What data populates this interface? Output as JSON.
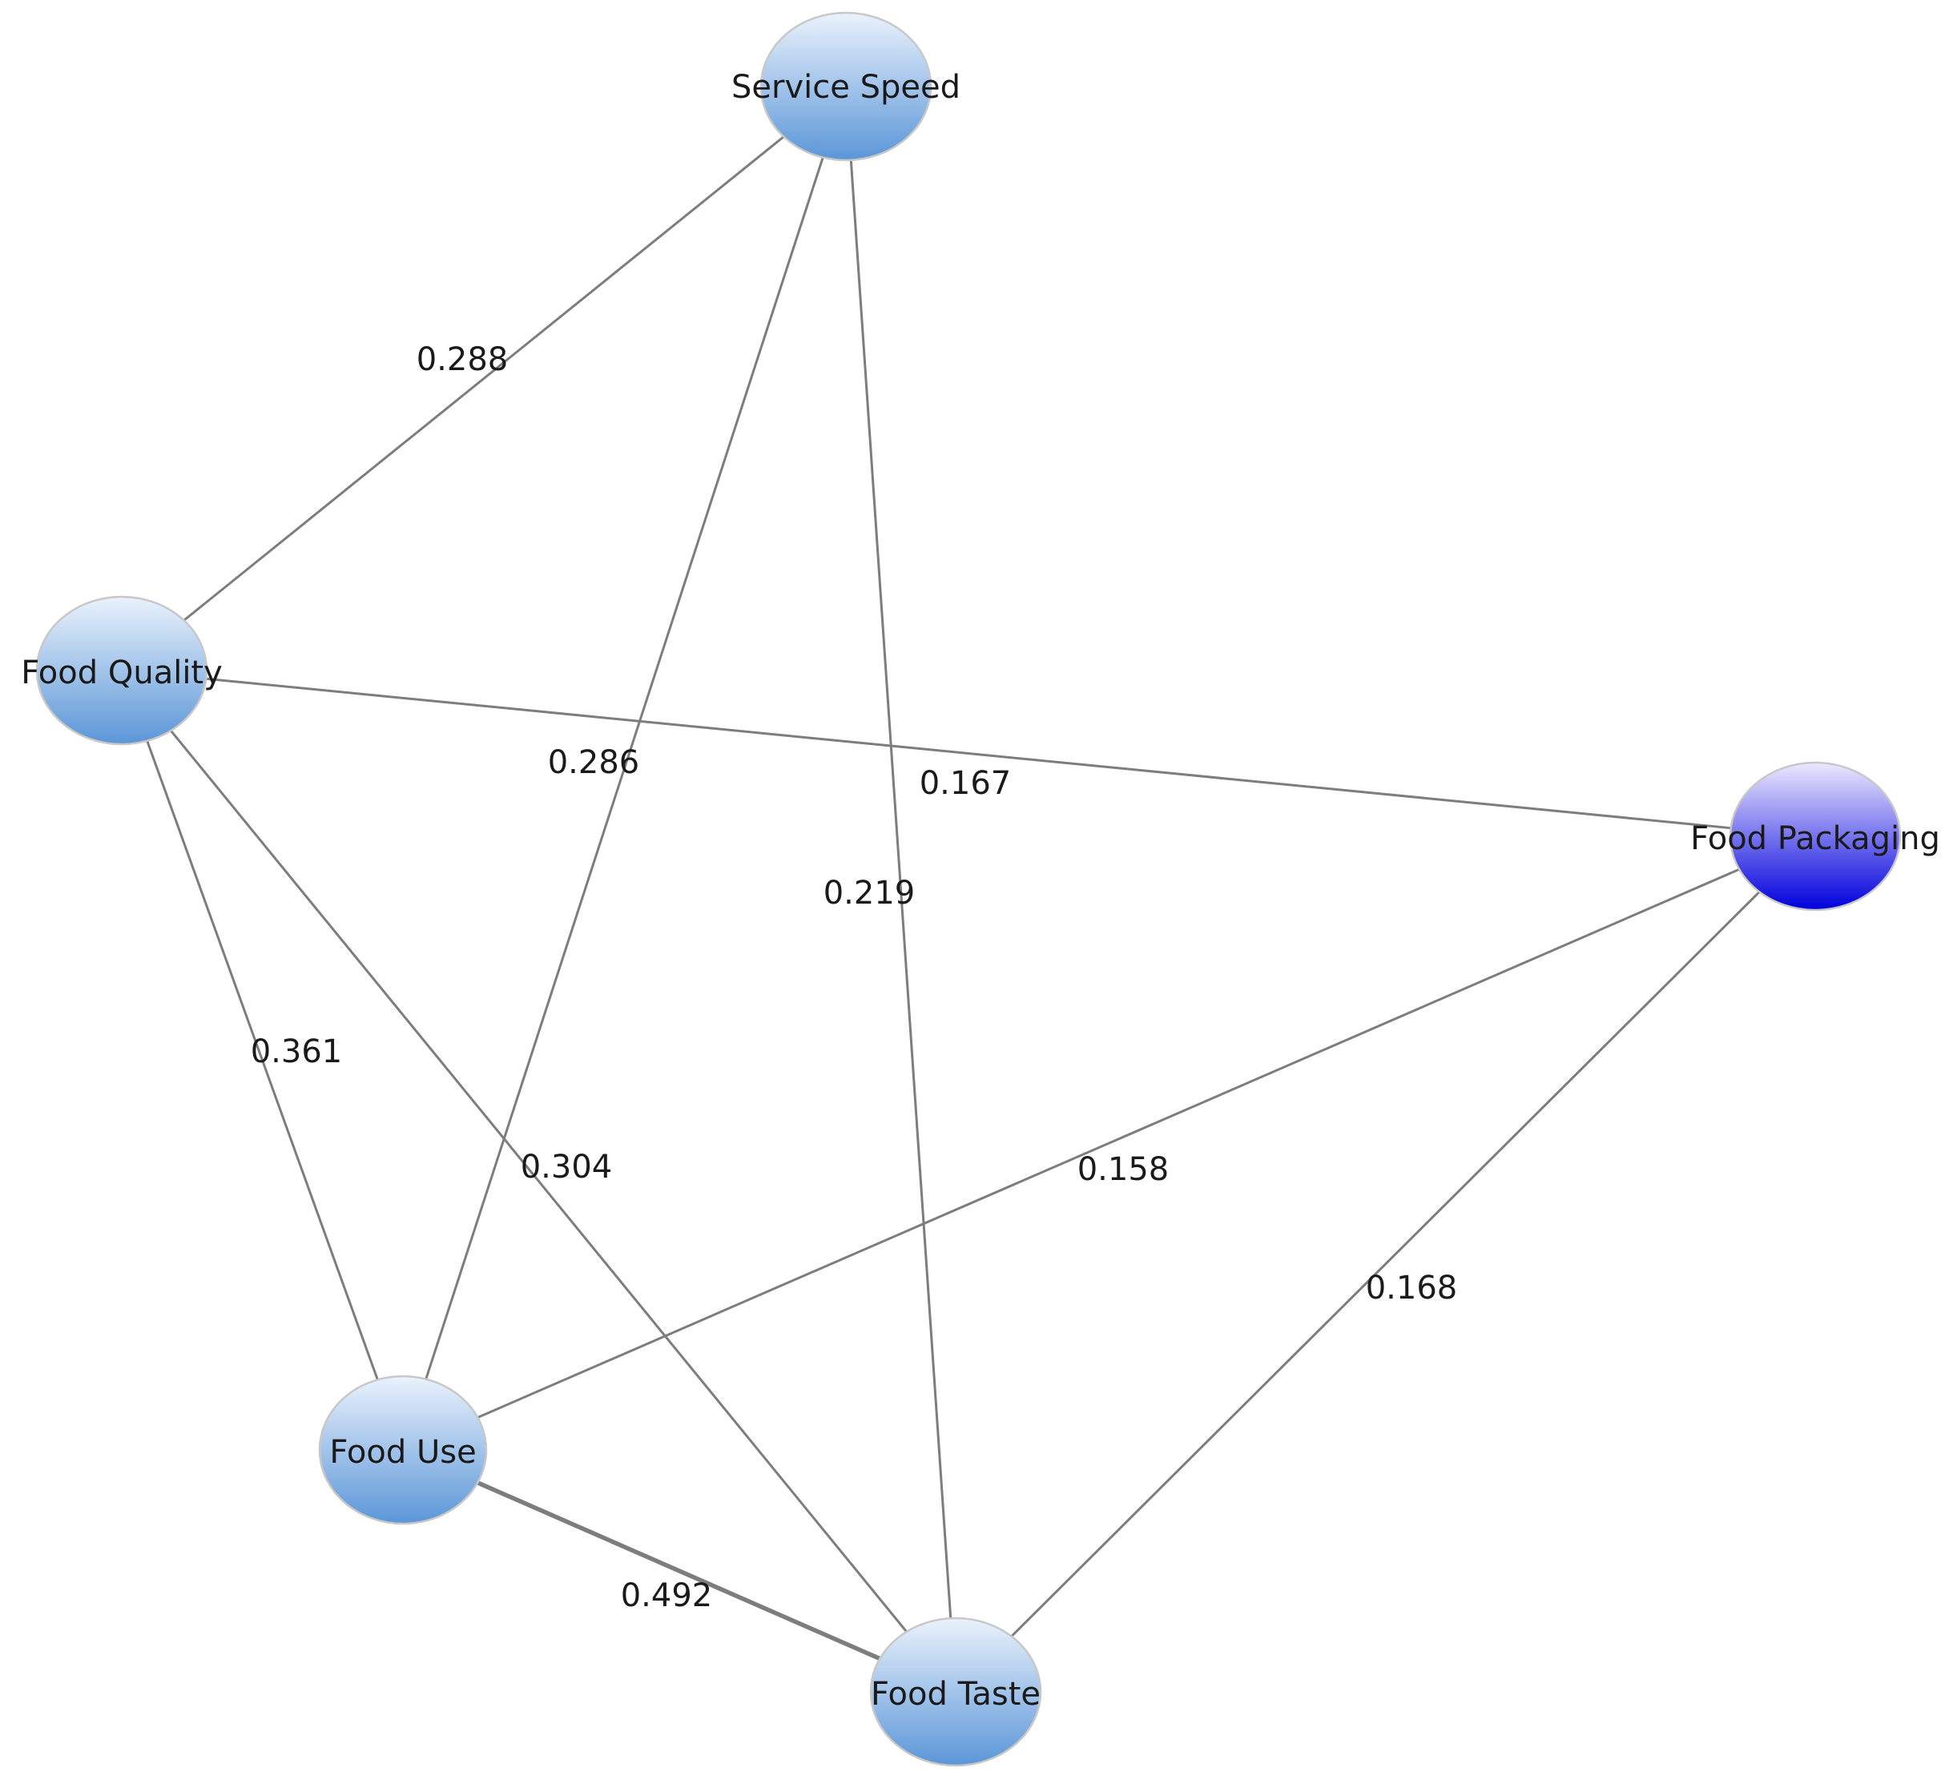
{
  "nodes": [
    {
      "id": "service-speed",
      "label": "Service Speed",
      "selected": false
    },
    {
      "id": "food-quality",
      "label": "Food Quality",
      "selected": false
    },
    {
      "id": "food-packaging",
      "label": "Food Packaging",
      "selected": true
    },
    {
      "id": "food-use",
      "label": "Food Use",
      "selected": false
    },
    {
      "id": "food-taste",
      "label": "Food Taste",
      "selected": false
    }
  ],
  "edges": [
    {
      "source": "service-speed",
      "target": "food-quality",
      "weight": "0.288"
    },
    {
      "source": "service-speed",
      "target": "food-use",
      "weight": "0.286"
    },
    {
      "source": "service-speed",
      "target": "food-taste",
      "weight": "0.219"
    },
    {
      "source": "food-quality",
      "target": "food-packaging",
      "weight": "0.167"
    },
    {
      "source": "food-quality",
      "target": "food-use",
      "weight": "0.361"
    },
    {
      "source": "food-quality",
      "target": "food-taste",
      "weight": "0.304"
    },
    {
      "source": "food-packaging",
      "target": "food-use",
      "weight": "0.158"
    },
    {
      "source": "food-packaging",
      "target": "food-taste",
      "weight": "0.168"
    },
    {
      "source": "food-use",
      "target": "food-taste",
      "weight": "0.492"
    }
  ],
  "colors": {
    "node_top": "#eaf2fc",
    "node_bottom": "#5b96d8",
    "selected_top": "#ece8ff",
    "selected_bottom": "#0000dc",
    "edge": "#7d7d7d"
  }
}
